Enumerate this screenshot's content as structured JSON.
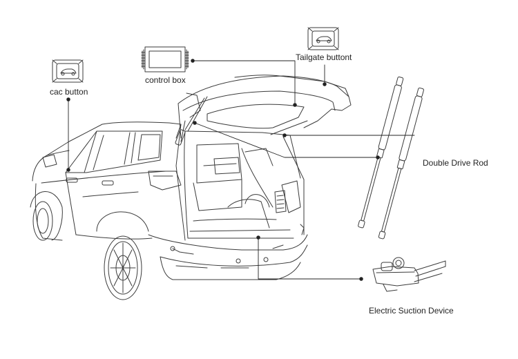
{
  "labels": {
    "cac_button": "cac button",
    "control_box": "control box",
    "tailgate_button": "Tailgate buttont",
    "double_drive_rod": "Double Drive Rod",
    "electric_suction_device": "Electric Suction Device"
  },
  "colors": {
    "line": "#3a3a3a",
    "leader": "#222222",
    "background": "#ffffff"
  }
}
